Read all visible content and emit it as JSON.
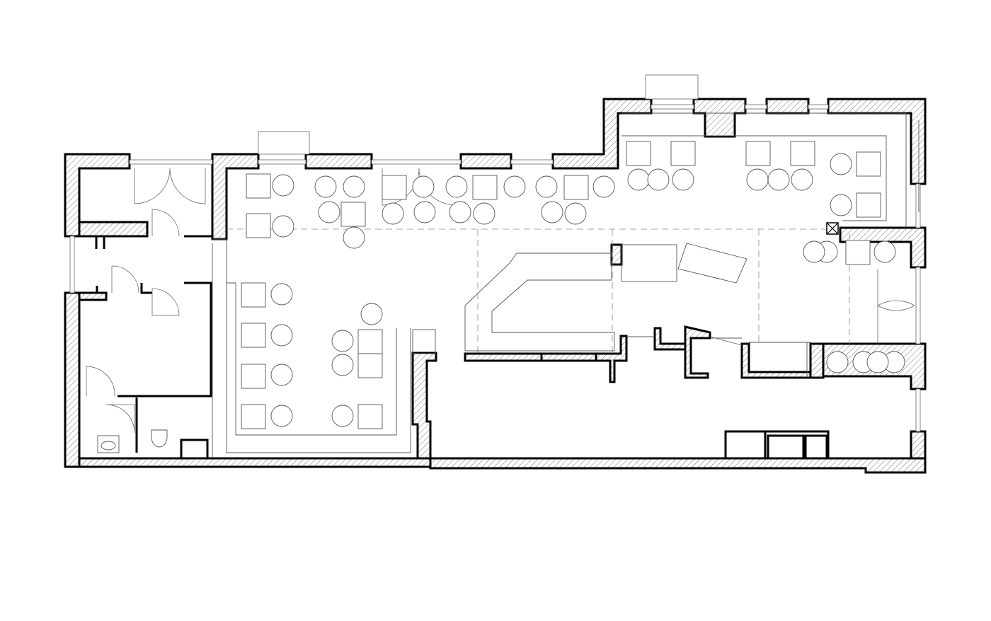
{
  "drawing": {
    "type": "architectural floor plan",
    "style": "black and white line drawing",
    "colors": {
      "background": "#ffffff",
      "lines": "#000000",
      "furniture": "#555555"
    }
  },
  "furniture": {
    "tables": 20,
    "chairs": 40
  }
}
